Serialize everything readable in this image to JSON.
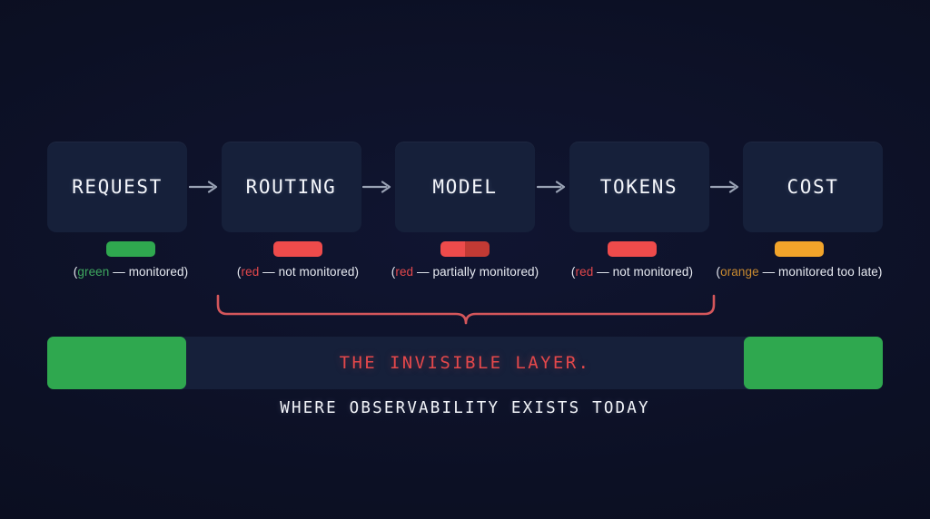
{
  "theme": {
    "background": "#0b0e1e",
    "card_bg": "#16203a",
    "text_primary": "#f4f6fb",
    "green": "#2fa84f",
    "green_text": "#3fa85f",
    "red": "#ee4b4b",
    "red_dark": "#c23a34",
    "red_text": "#e4484b",
    "orange": "#f2a42a",
    "orange_text": "#c98b30",
    "arrow": "#9aa3b5",
    "brace": "#d4565b"
  },
  "pipeline": {
    "stages": [
      {
        "label": "REQUEST",
        "chip_type": "solid",
        "chip_color": "#2fa84f",
        "chip_color_secondary": "#2fa84f",
        "caption_keyword": "green",
        "caption_keyword_color": "#3fa85f",
        "caption_rest": " — monitored)",
        "caption_open": "("
      },
      {
        "label": "ROUTING",
        "chip_type": "solid",
        "chip_color": "#ee4b4b",
        "chip_color_secondary": "#ee4b4b",
        "caption_keyword": "red",
        "caption_keyword_color": "#e4484b",
        "caption_rest": " — not monitored)",
        "caption_open": "("
      },
      {
        "label": "MODEL",
        "chip_type": "split",
        "chip_color": "#ee4b4b",
        "chip_color_secondary": "#c23a34",
        "caption_keyword": "red",
        "caption_keyword_color": "#e4484b",
        "caption_rest": " — partially monitored)",
        "caption_open": "("
      },
      {
        "label": "TOKENS",
        "chip_type": "solid",
        "chip_color": "#ee4b4b",
        "chip_color_secondary": "#ee4b4b",
        "caption_keyword": "red",
        "caption_keyword_color": "#e4484b",
        "caption_rest": " — not monitored)",
        "caption_open": "("
      },
      {
        "label": "COST",
        "chip_type": "solid",
        "chip_color": "#f2a42a",
        "chip_color_secondary": "#f2a42a",
        "caption_keyword": "orange",
        "caption_keyword_color": "#c98b30",
        "caption_rest": " — monitored too late)",
        "caption_open": "("
      }
    ],
    "arrow_glyph": "arrow-right-icon",
    "arrow_count": 4
  },
  "brace": {
    "name": "grouping-brace",
    "color": "#d4565b",
    "spans_stages": [
      "ROUTING",
      "MODEL",
      "TOKENS"
    ]
  },
  "bar": {
    "left_segment_label": "",
    "right_segment_label": "",
    "middle_text": "THE INVISIBLE LAYER.",
    "left_color": "#2fa84f",
    "right_color": "#2fa84f",
    "middle_bg": "#16203a"
  },
  "footer": {
    "text": "WHERE OBSERVABILITY EXISTS TODAY"
  }
}
